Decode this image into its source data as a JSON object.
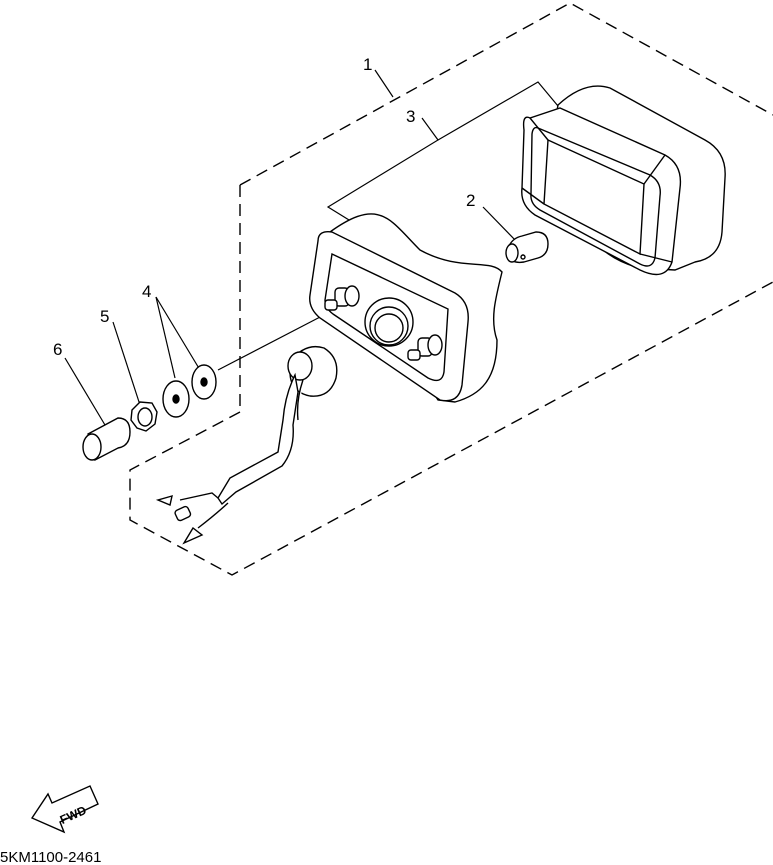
{
  "callouts": {
    "part_1": "1",
    "part_2": "2",
    "part_3": "3",
    "part_4": "4",
    "part_5": "5",
    "part_6": "6"
  },
  "fwd_label": "FWD",
  "diagram_code": "5KM1100-2461",
  "colors": {
    "ink": "#000000",
    "paper": "#ffffff"
  }
}
